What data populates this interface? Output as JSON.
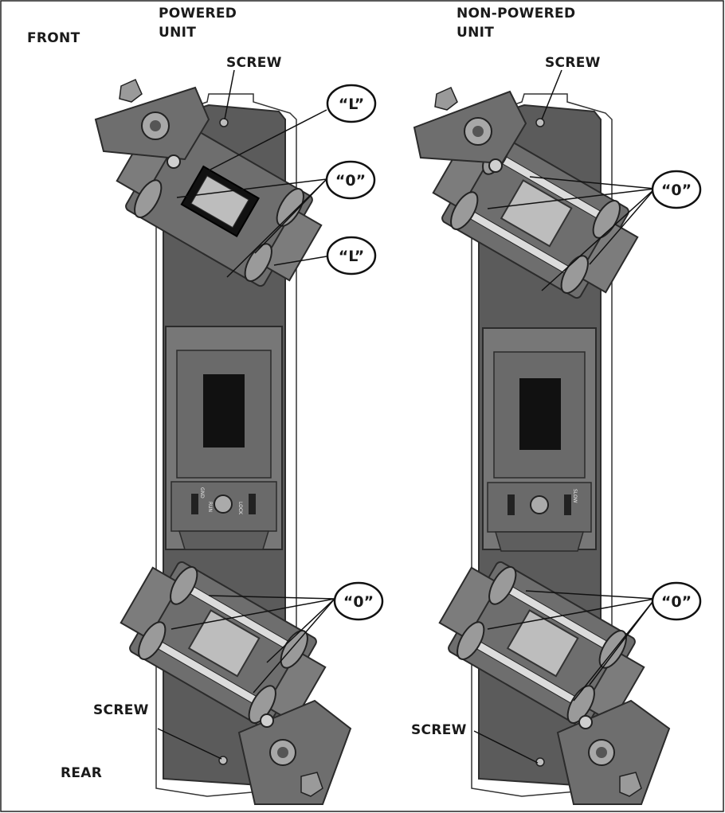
{
  "labels": {
    "powered_line1": "POWERED",
    "powered_line2": "UNIT",
    "nonpowered_line1": "NON-POWERED",
    "nonpowered_line2": "UNIT",
    "front": "FRONT",
    "rear": "REAR",
    "screw": "SCREW"
  },
  "callouts": {
    "lube_l": "“L”",
    "oil_o": "“0”"
  },
  "switch_text": {
    "left_top": "GND",
    "left_mid": "RUN",
    "right_top": "SLOW",
    "right_bot": "LOCK"
  },
  "colors": {
    "frame_fill": "#5b5b5b",
    "frame_edge": "#2e2e2e",
    "truck_fill": "#6e6e6e",
    "window_fill": "#111111",
    "wheel_fill": "#9a9a9a",
    "outline_bg": "#ffffff"
  }
}
